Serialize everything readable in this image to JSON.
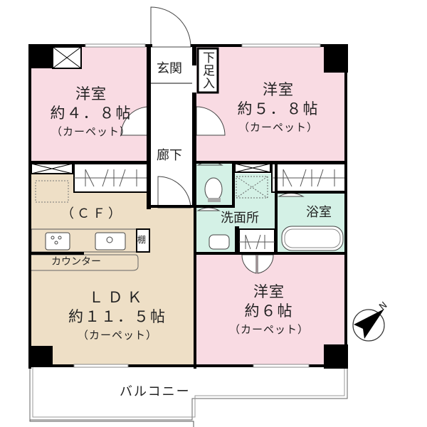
{
  "floorplan": {
    "colors": {
      "western_room": "#f9dbe3",
      "ldk": "#eedfc6",
      "wet_area": "#d4f1e6",
      "wall": "#000000",
      "background": "#ffffff"
    },
    "rooms": {
      "western1": {
        "name": "洋室",
        "size": "約４．８帖",
        "floor": "（カーペット）"
      },
      "western2": {
        "name": "洋室",
        "size": "約５．８帖",
        "floor": "（カーペット）"
      },
      "western3": {
        "name": "洋室",
        "size": "約６帖",
        "floor": "（カーペット）"
      },
      "ldk": {
        "name": "ＬＤＫ",
        "size": "約１１．５帖",
        "floor": "（カーペット）",
        "kitchen_floor": "（ＣＦ）",
        "counter": "カウンター",
        "shelf": "棚"
      },
      "entrance": {
        "name": "玄関"
      },
      "shoe_closet": {
        "name": "下足入"
      },
      "hallway": {
        "name": "廊下"
      },
      "washroom": {
        "name": "洗面所"
      },
      "bathroom": {
        "name": "浴室"
      },
      "balcony": {
        "name": "バルコニー"
      }
    },
    "compass": {
      "label": "N",
      "icon": "north-arrow-icon"
    }
  }
}
